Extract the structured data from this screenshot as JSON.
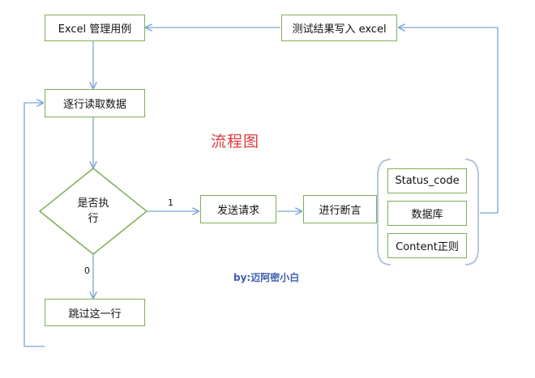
{
  "title": "流程图",
  "author": "by:迈阿密小白",
  "nodes": {
    "excel_cases": "Excel 管理用例",
    "write_excel": "测试结果写入 excel",
    "read_rows": "逐行读取数据",
    "execute_q_line1": "是否执",
    "execute_q_line2": "行",
    "send_request": "发送请求",
    "assert": "进行断言",
    "status_code": "Status_code",
    "database": "数据库",
    "content_regex": "Content正则",
    "skip_row": "跳过这一行"
  },
  "edge_labels": {
    "yes": "1",
    "no": "0"
  },
  "colors": {
    "box_border": "#7fae55",
    "arrow": "#7aa6d4",
    "title": "#e03a3a",
    "author": "#3c5fb0",
    "bracket": "#a9c1df"
  }
}
